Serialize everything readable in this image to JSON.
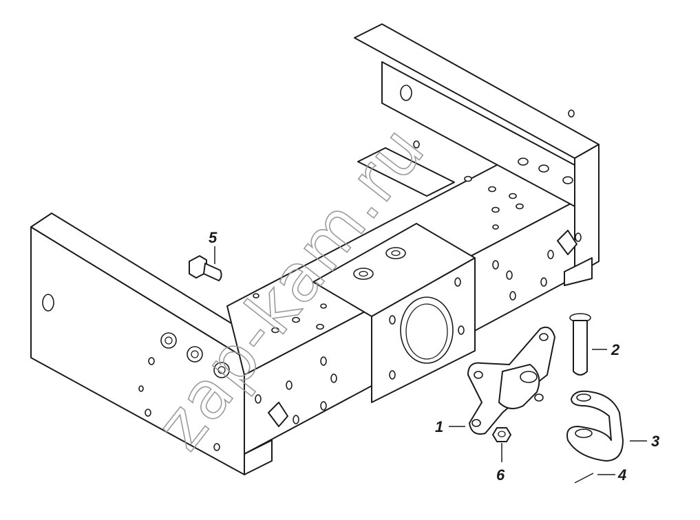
{
  "watermark": {
    "text": "zap-kam.ru"
  },
  "callouts": [
    {
      "id": "1",
      "label": "1"
    },
    {
      "id": "2",
      "label": "2"
    },
    {
      "id": "3",
      "label": "3"
    },
    {
      "id": "4",
      "label": "4"
    },
    {
      "id": "5",
      "label": "5"
    },
    {
      "id": "6",
      "label": "6"
    }
  ],
  "colors": {
    "line": "#1a1a1a",
    "background": "#ffffff",
    "watermark": "#9a9a9a"
  }
}
